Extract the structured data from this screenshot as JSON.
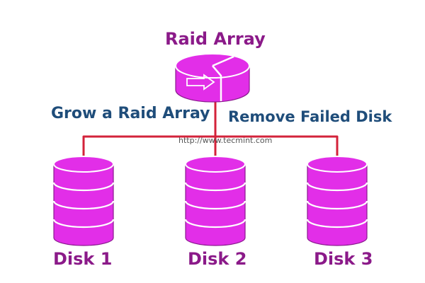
{
  "title": "Raid Array",
  "grow_label": "Grow a Raid Array",
  "remove_label": "Remove Failed Disk",
  "watermark": "http://www.tecmint.com",
  "disks": [
    {
      "label": "Disk 1"
    },
    {
      "label": "Disk 2"
    },
    {
      "label": "Disk 3"
    }
  ],
  "colors": {
    "disk_fill": "#e22ee8",
    "disk_stroke": "#8a1a8e",
    "title_text": "#8b1a89",
    "action_text": "#1f4d7a",
    "connector": "#d3223a",
    "watermark_text": "#555555"
  },
  "icons": {
    "raid_array": "pie-cylinder-icon",
    "arrow": "right-arrow-icon",
    "disk": "cylinder-disk-icon"
  }
}
